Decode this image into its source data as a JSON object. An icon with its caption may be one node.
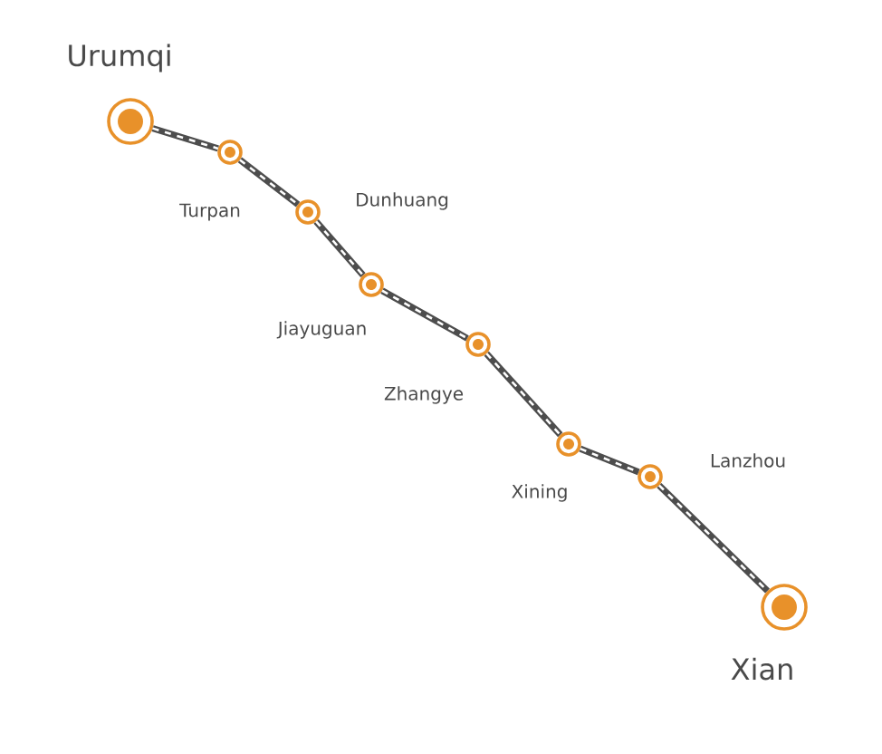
{
  "diagram": {
    "nodes": [
      {
        "text": [
          "Urumqi"
        ]
      },
      {
        "text": [
          "Turpan"
        ]
      },
      {
        "text": [
          "Dunhuang"
        ]
      },
      {
        "text": [
          "Jiayuguan"
        ]
      },
      {
        "text": [
          "Zhangye"
        ]
      },
      {
        "text": [
          "Xining"
        ]
      },
      {
        "text": [
          "Lanzhou"
        ]
      },
      {
        "text": [
          "Xian"
        ]
      }
    ],
    "edges": [
      {
        "from": 0,
        "to": 1,
        "arrow": "none"
      },
      {
        "from": 1,
        "to": 2,
        "arrow": "none"
      },
      {
        "from": 2,
        "to": 3,
        "arrow": "none"
      },
      {
        "from": 3,
        "to": 4,
        "arrow": "none"
      },
      {
        "from": 4,
        "to": 5,
        "arrow": "none"
      },
      {
        "from": 5,
        "to": 6,
        "arrow": "none"
      },
      {
        "from": 6,
        "to": 7,
        "arrow": "none"
      }
    ]
  }
}
